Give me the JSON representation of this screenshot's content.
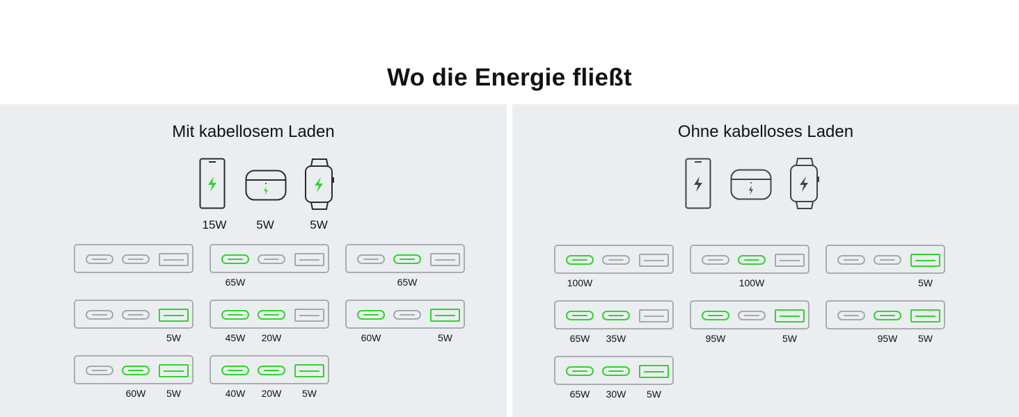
{
  "title": "Wo die Energie fließt",
  "colors": {
    "active": "#2fd52a",
    "inactive": "#a5a9ac",
    "panel": "#ebeef1"
  },
  "left": {
    "title": "Mit kabellosem Laden",
    "devices": [
      {
        "icon": "phone-icon",
        "watt": "15W"
      },
      {
        "icon": "earbuds-case-icon",
        "watt": "5W"
      },
      {
        "icon": "watch-icon",
        "watt": "5W"
      }
    ],
    "configs": [
      {
        "active": [
          false,
          false,
          false
        ],
        "labels": [
          "",
          "",
          ""
        ]
      },
      {
        "active": [
          true,
          false,
          false
        ],
        "labels": [
          "65W",
          "",
          ""
        ]
      },
      {
        "active": [
          false,
          true,
          false
        ],
        "labels": [
          "",
          "65W",
          ""
        ]
      },
      {
        "active": [
          false,
          false,
          true
        ],
        "labels": [
          "",
          "",
          "5W"
        ]
      },
      {
        "active": [
          true,
          true,
          false
        ],
        "labels": [
          "45W",
          "20W",
          ""
        ]
      },
      {
        "active": [
          true,
          false,
          true
        ],
        "labels": [
          "60W",
          "",
          "5W"
        ]
      },
      {
        "active": [
          false,
          true,
          true
        ],
        "labels": [
          "",
          "60W",
          "5W"
        ]
      },
      {
        "active": [
          true,
          true,
          true
        ],
        "labels": [
          "40W",
          "20W",
          "5W"
        ]
      }
    ]
  },
  "right": {
    "title": "Ohne kabelloses Laden",
    "devices": [
      {
        "icon": "phone-icon"
      },
      {
        "icon": "earbuds-case-icon"
      },
      {
        "icon": "watch-icon"
      }
    ],
    "configs": [
      {
        "active": [
          true,
          false,
          false
        ],
        "labels": [
          "100W",
          "",
          ""
        ]
      },
      {
        "active": [
          false,
          true,
          false
        ],
        "labels": [
          "",
          "100W",
          ""
        ]
      },
      {
        "active": [
          false,
          false,
          true
        ],
        "labels": [
          "",
          "",
          "5W"
        ]
      },
      {
        "active": [
          true,
          true,
          false
        ],
        "labels": [
          "65W",
          "35W",
          ""
        ]
      },
      {
        "active": [
          true,
          false,
          true
        ],
        "labels": [
          "95W",
          "",
          "5W"
        ]
      },
      {
        "active": [
          false,
          true,
          true
        ],
        "labels": [
          "",
          "95W",
          "5W"
        ]
      },
      {
        "active": [
          true,
          true,
          true
        ],
        "labels": [
          "65W",
          "30W",
          "5W"
        ]
      }
    ]
  }
}
